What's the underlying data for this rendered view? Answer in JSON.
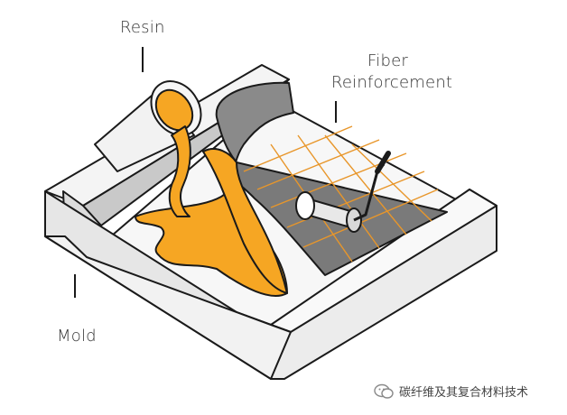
{
  "labels": {
    "resin": "Resin",
    "fiber_line1": "Fiber",
    "fiber_line2": "Reinforcement",
    "mold": "Mold"
  },
  "watermark": {
    "text": "碳纤维及其复合材料技术",
    "icon": "wechat-icon"
  },
  "colors": {
    "resin": "#F6A623",
    "mold_light": "#F2F2F2",
    "mold_shade": "#BDBDBD",
    "fiber_mat": "#7A7A7A",
    "grid": "#E8962A",
    "outline": "#1A1A1A"
  }
}
